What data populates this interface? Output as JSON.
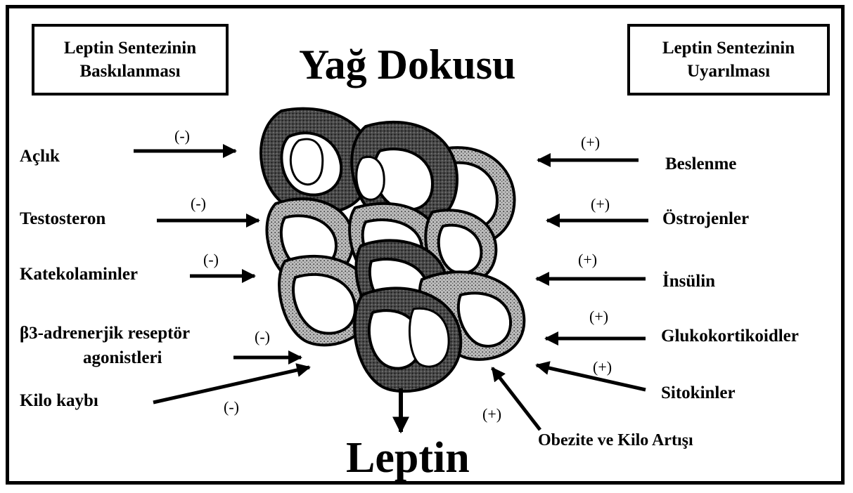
{
  "title": "Yağ Dokusu",
  "output": "Leptin",
  "left_box": {
    "line1": "Leptin Sentezinin",
    "line2": "Baskılanması"
  },
  "right_box": {
    "line1": "Leptin Sentezinin",
    "line2": "Uyarılması"
  },
  "inhibitors": [
    {
      "label": "Açlık",
      "sign": "(-)"
    },
    {
      "label": "Testosteron",
      "sign": "(-)"
    },
    {
      "label": "Katekolaminler",
      "sign": "(-)"
    },
    {
      "label_line1": "β3-adrenerjik reseptör",
      "label_line2": "agonistleri",
      "sign": "(-)"
    },
    {
      "label": "Kilo kaybı",
      "sign": "(-)"
    }
  ],
  "stimulators": [
    {
      "label": "Beslenme",
      "sign": "(+)"
    },
    {
      "label": "Östrojenler",
      "sign": "(+)"
    },
    {
      "label": "İnsülin",
      "sign": "(+)"
    },
    {
      "label": "Glukokortikoidler",
      "sign": "(+)"
    },
    {
      "label": "Sitokinler",
      "sign": "(+)"
    },
    {
      "label": "Obezite ve Kilo Artışı",
      "sign": "(+)"
    }
  ]
}
